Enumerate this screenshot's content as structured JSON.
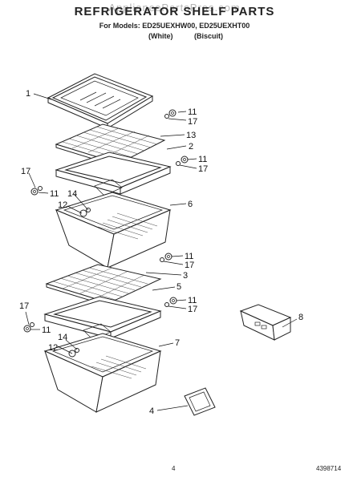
{
  "watermark": "AppliancePartsPros.com",
  "title": "REFRIGERATOR SHELF PARTS",
  "models_line": "For Models: ED25UEXHW00, ED25UEXHT00",
  "variants": [
    "(White)",
    "(Biscuit)"
  ],
  "callouts": {
    "c1": "1",
    "c2": "2",
    "c3": "3",
    "c4": "4",
    "c5": "5",
    "c6": "6",
    "c7": "7",
    "c8": "8",
    "c11": "11",
    "c12": "12",
    "c13": "13",
    "c14": "14",
    "c17": "17"
  },
  "footer": {
    "page": "4",
    "doc": "4398714"
  }
}
